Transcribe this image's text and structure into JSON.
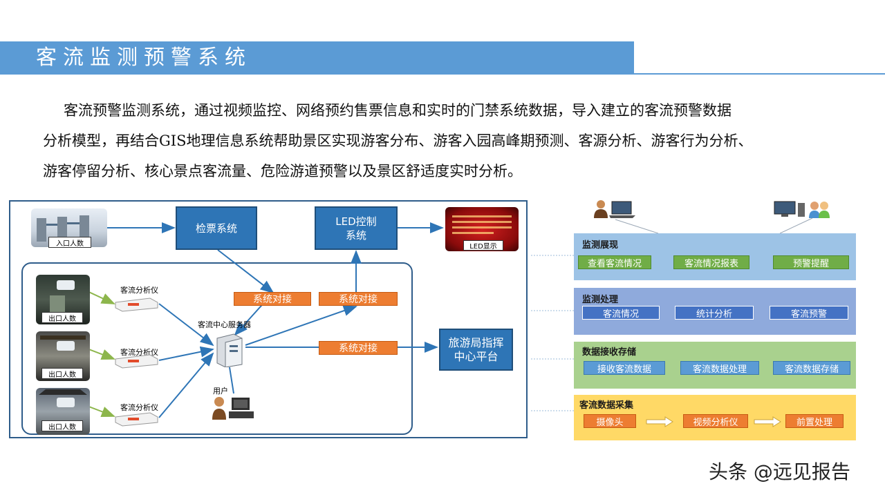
{
  "header": {
    "title": "客流监测预警系统"
  },
  "intro": {
    "line1": "客流预警监测系统，通过视频监控、网络预约售票信息和实时的门禁系统数据，导入建立的客流预警数据",
    "line2": "分析模型，再结合GIS地理信息系统帮助景区实现游客分布、游客入园高峰期预测、客源分析、游客行为分析、",
    "line3": "游客停留分析、核心景点客流量、危险游道预警以及景区舒适度实时分析。"
  },
  "flow": {
    "entrance_caption": "入口人数",
    "ticket_system": "检票系统",
    "led_control": "LED控制\n系统",
    "led_display_caption": "LED显示",
    "integration_1": "系统对接",
    "integration_2": "系统对接",
    "integration_3": "系统对接",
    "server_label": "客流中心服务器",
    "tourism_platform": "旅游局指挥\n中心平台",
    "user_label": "用户",
    "analyzers": [
      {
        "label": "客流分析仪",
        "caption": "出口人数"
      },
      {
        "label": "客流分析仪",
        "caption": "出口人数"
      },
      {
        "label": "客流分析仪",
        "caption": "出口人数"
      }
    ]
  },
  "architecture": {
    "layers": [
      {
        "title": "监测展现",
        "bg": "#9dc3e6",
        "btn_bg": "#70ad47",
        "buttons": [
          "查看客流情况",
          "客流情况报表",
          "预警提醒"
        ]
      },
      {
        "title": "监测处理",
        "bg": "#8faadc",
        "btn_bg": "#4472c4",
        "buttons": [
          "客流情况",
          "统计分析",
          "客流预警"
        ]
      },
      {
        "title": "数据接收存储",
        "bg": "#a9d18e",
        "btn_bg": "#5b9bd5",
        "buttons": [
          "接收客流数据",
          "客流数据处理",
          "客流数据存储"
        ]
      },
      {
        "title": "客流数据采集",
        "bg": "#ffd966",
        "btn_bg": "#ed7d31",
        "buttons": [
          "摄像头",
          "视频分析仪",
          "前置处理"
        ]
      }
    ]
  },
  "watermark": "头条 @远见报告",
  "colors": {
    "title_bar": "#5b9bd5",
    "frame": "#2e5c8a",
    "blue_box": "#2e75b6",
    "orange_box": "#ed7d31"
  }
}
